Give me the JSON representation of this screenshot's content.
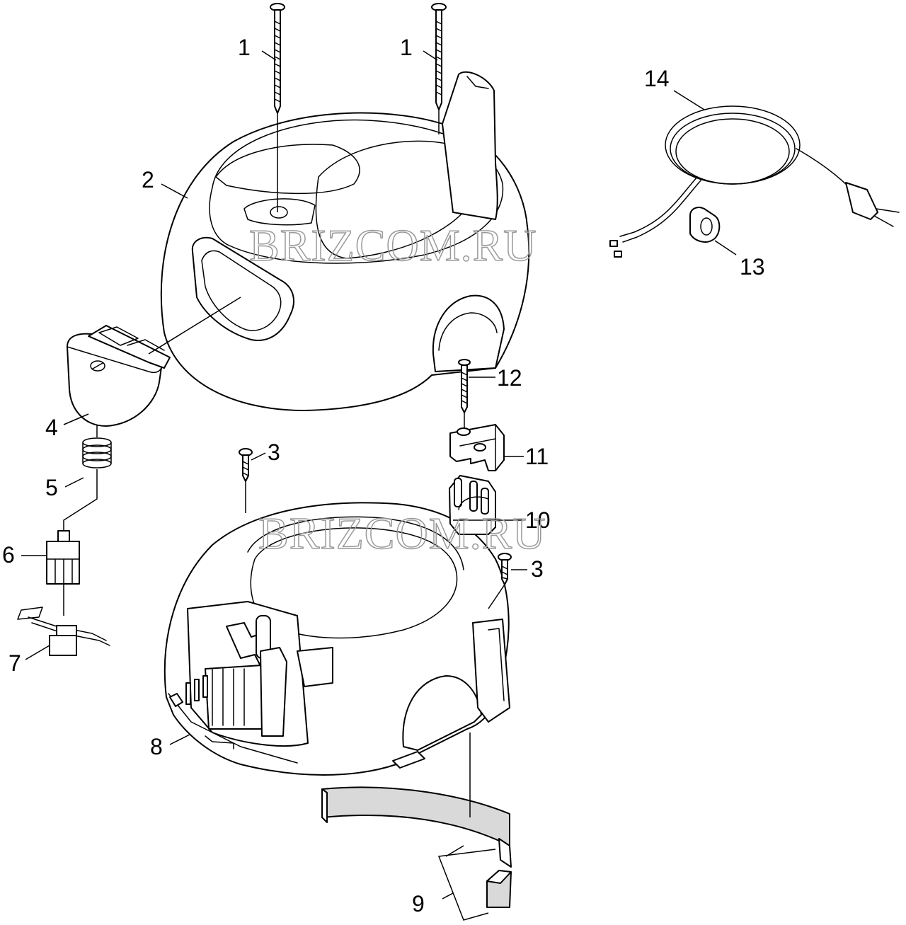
{
  "watermark": "BRIZCOM.RU",
  "callouts": {
    "c1a": "1",
    "c1b": "1",
    "c2": "2",
    "c3a": "3",
    "c3b": "3",
    "c4": "4",
    "c5": "5",
    "c6": "6",
    "c7": "7",
    "c8": "8",
    "c9": "9",
    "c10": "10",
    "c11": "11",
    "c12": "12",
    "c13": "13",
    "c14": "14"
  },
  "colors": {
    "line": "#000000",
    "fill": "#ffffff",
    "shade": "#d9d9d9",
    "watermark": "#9a9a9a"
  }
}
